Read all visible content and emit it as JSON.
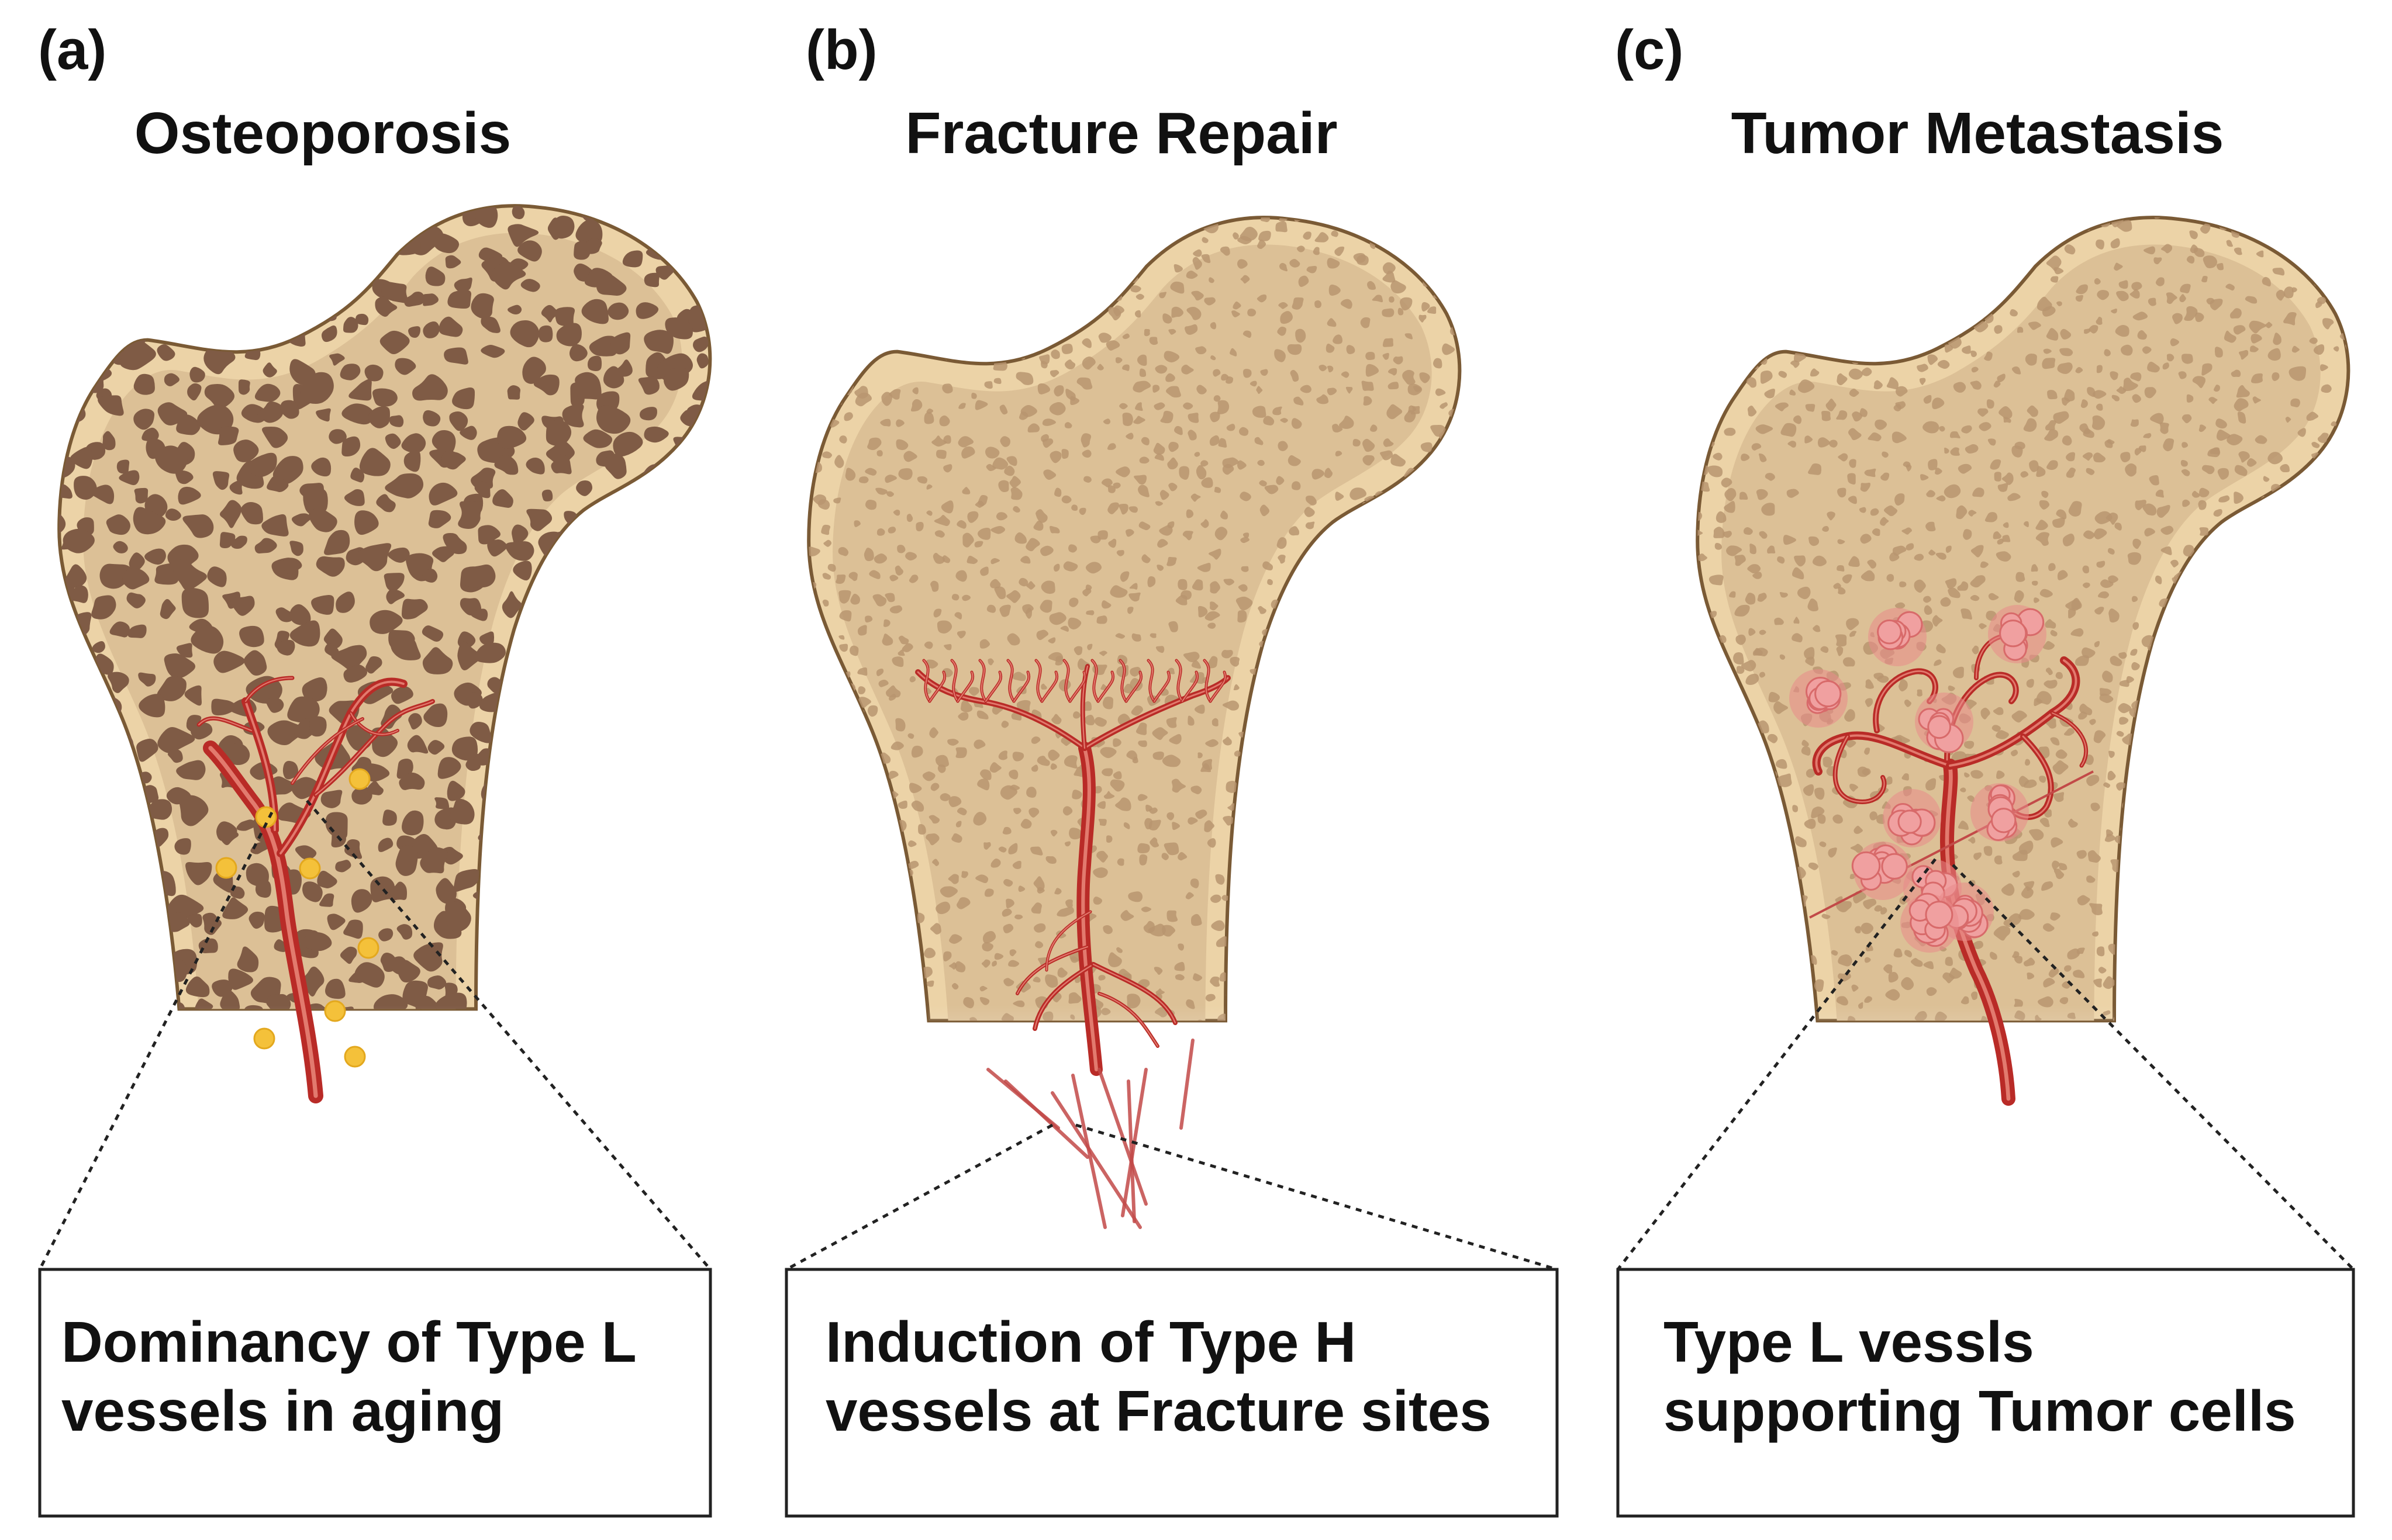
{
  "panels": [
    {
      "id": "a",
      "letter": "(a)",
      "title": "Osteoporosis",
      "caption_lines": [
        "Dominancy of Type L",
        "vessels in aging"
      ]
    },
    {
      "id": "b",
      "letter": "(b)",
      "title": "Fracture Repair",
      "caption_lines": [
        "Induction of Type H",
        "vessels at Fracture sites"
      ]
    },
    {
      "id": "c",
      "letter": "(c)",
      "title": "Tumor Metastasis",
      "caption_lines": [
        "Type L vessls",
        "supporting Tumor cells"
      ]
    }
  ],
  "colors": {
    "bone": "#ecd3a7",
    "bone_inner": "#dcc096",
    "bone_outline": "#7a5a35",
    "trabecular_dense": "#7f5b45",
    "trabecular_light": "#b89570",
    "vessel": "#b92b27",
    "osteoclast": "#f4c13a",
    "tumor_cell": "#e98a8a"
  },
  "icons": {
    "bone": "femur-head-icon",
    "vessel": "blood-vessel-icon",
    "osteoclast": "yellow-cell-icon",
    "tumor": "tumor-cell-cluster-icon"
  }
}
